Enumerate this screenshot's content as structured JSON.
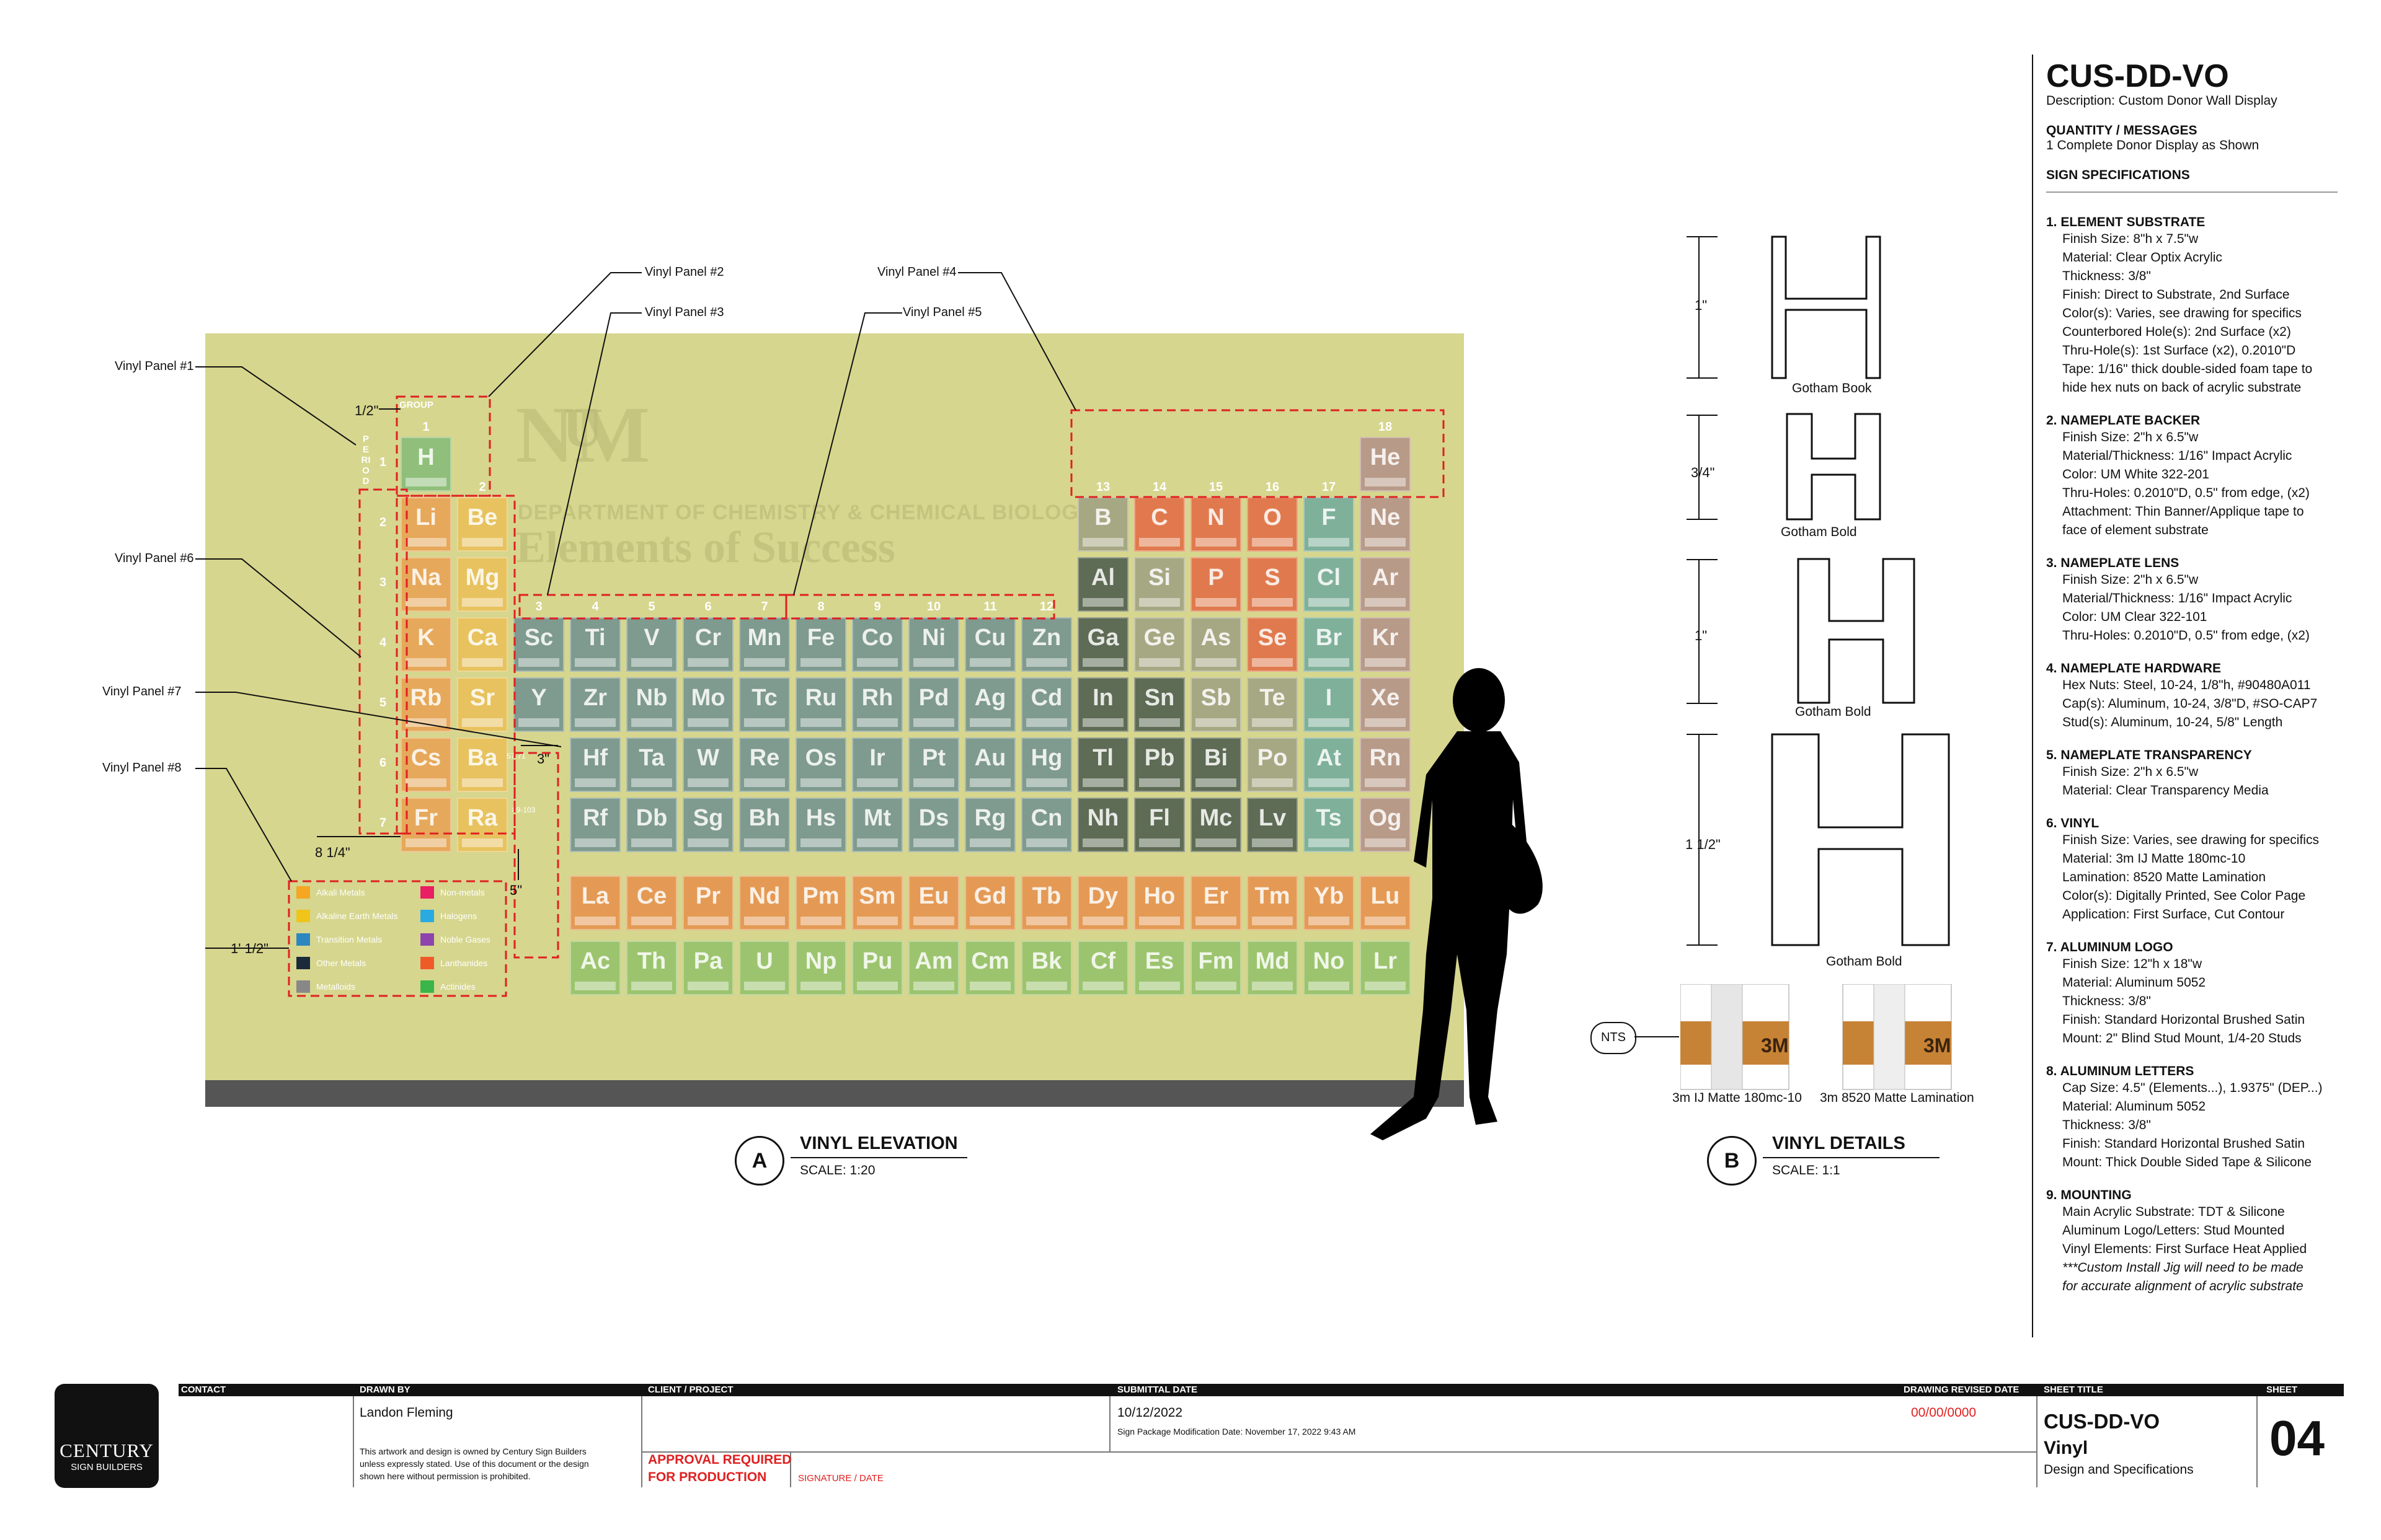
{
  "sheet": {
    "code": "CUS-DD-VO",
    "description": "Description: Custom Donor Wall Display",
    "quantity_title": "QUANTITY / MESSAGES",
    "quantity_text": "1 Complete Donor Display as Shown",
    "specs_title": "SIGN SPECIFICATIONS"
  },
  "specs": [
    {
      "title": "1. ELEMENT SUBSTRATE",
      "lines": [
        "Finish Size: 8\"h x 7.5\"w",
        "Material: Clear Optix Acrylic",
        "Thickness: 3/8\"",
        "Finish: Direct to Substrate, 2nd Surface",
        "Color(s): Varies, see drawing for specifics",
        "Counterbored Hole(s): 2nd Surface (x2)",
        "Thru-Hole(s): 1st Surface (x2), 0.2010\"D",
        "Tape: 1/16\" thick double-sided foam tape to",
        "hide hex nuts on back of acrylic substrate"
      ]
    },
    {
      "title": "2. NAMEPLATE BACKER",
      "lines": [
        "Finish Size: 2\"h x 6.5\"w",
        "Material/Thickness: 1/16\" Impact Acrylic",
        "Color: UM White 322-201",
        "Thru-Holes: 0.2010\"D, 0.5\" from edge, (x2)",
        "Attachment: Thin Banner/Applique tape to",
        "face of element substrate"
      ]
    },
    {
      "title": "3. NAMEPLATE LENS",
      "lines": [
        "Finish Size: 2\"h x 6.5\"w",
        "Material/Thickness: 1/16\" Impact Acrylic",
        "Color: UM Clear 322-101",
        "Thru-Holes: 0.2010\"D, 0.5\" from edge, (x2)"
      ]
    },
    {
      "title": "4. NAMEPLATE HARDWARE",
      "lines": [
        "Hex Nuts: Steel, 10-24, 1/8\"h, #90480A011",
        "Cap(s): Aluminum, 10-24, 3/8\"D, #SO-CAP7",
        "Stud(s): Aluminum, 10-24, 5/8\" Length"
      ]
    },
    {
      "title": "5. NAMEPLATE TRANSPARENCY",
      "lines": [
        "Finish Size: 2\"h x 6.5\"w",
        "Material: Clear Transparency Media"
      ]
    },
    {
      "title": "6. VINYL",
      "lines": [
        "Finish Size: Varies, see drawing for specifics",
        "Material: 3m IJ Matte 180mc-10",
        "Lamination: 8520 Matte Lamination",
        "Color(s): Digitally Printed, See Color Page",
        "Application: First Surface, Cut Contour"
      ]
    },
    {
      "title": "7. ALUMINUM LOGO",
      "lines": [
        "Finish Size: 12\"h x 18\"w",
        "Material: Aluminum 5052",
        "Thickness: 3/8\"",
        "Finish: Standard Horizontal Brushed Satin",
        "Mount: 2\" Blind Stud Mount, 1/4-20 Studs"
      ]
    },
    {
      "title": "8. ALUMINUM LETTERS",
      "lines": [
        "Cap Size: 4.5\" (Elements...), 1.9375\" (DEP...)",
        "Material: Aluminum 5052",
        "Thickness: 3/8\"",
        "Finish: Standard Horizontal Brushed Satin",
        "Mount: Thick Double Sided Tape & Silicone"
      ]
    },
    {
      "title": "9. MOUNTING",
      "lines": [
        "Main Acrylic Substrate: TDT & Silicone",
        "Aluminum Logo/Letters: Stud Mounted",
        "Vinyl Elements: First Surface Heat Applied",
        "***Custom Install Jig will need to be made",
        "for accurate alignment of acrylic substrate"
      ]
    }
  ],
  "elevation": {
    "section_letter": "A",
    "section_title": "VINYL ELEVATION",
    "scale": "SCALE: 1:20",
    "dept_text": "DEPARTMENT OF CHEMISTRY & CHEMICAL BIOLOGY",
    "headline": "Elements of Success",
    "group_label": "GROUP",
    "period_label": "PERIOD",
    "callouts": [
      "Vinyl Panel #1",
      "Vinyl Panel #2",
      "Vinyl Panel #3",
      "Vinyl Panel #4",
      "Vinyl Panel #5",
      "Vinyl Panel #6",
      "Vinyl Panel #7",
      "Vinyl Panel #8"
    ],
    "dims": [
      "1/2\"",
      "8 1/4\"",
      "1' 1/2\"",
      "3\"",
      "5\""
    ],
    "periods": [
      "1",
      "2",
      "3",
      "4",
      "5",
      "6",
      "7"
    ],
    "groups": [
      "1",
      "2",
      "3",
      "4",
      "5",
      "6",
      "7",
      "8",
      "9",
      "10",
      "11",
      "12",
      "13",
      "14",
      "15",
      "16",
      "17",
      "18"
    ],
    "range_labels": [
      "57-71",
      "89-103"
    ],
    "legend": [
      {
        "label": "Alkali Metals",
        "color": "#f5a623"
      },
      {
        "label": "Alkaline Earth Metals",
        "color": "#f0c419"
      },
      {
        "label": "Transition Metals",
        "color": "#2e86c1"
      },
      {
        "label": "Other Metals",
        "color": "#1b2a3a"
      },
      {
        "label": "Metalloids",
        "color": "#888888"
      },
      {
        "label": "Non-metals",
        "color": "#e91e63"
      },
      {
        "label": "Halogens",
        "color": "#29abe2"
      },
      {
        "label": "Noble Gases",
        "color": "#8e44ad"
      },
      {
        "label": "Lanthanides",
        "color": "#f05a28"
      },
      {
        "label": "Actinides",
        "color": "#39b54a"
      }
    ],
    "colors": {
      "alkali": "#e6a85a",
      "alkaline": "#e7c25e",
      "transition": "#7f9a8e",
      "other": "#5e6b55",
      "metalloid": "#a6a884",
      "nonmetal": "#e07a4e",
      "halogen": "#7fb09a",
      "noble": "#b89a88",
      "lanth": "#e49a55",
      "actin": "#9cc46e",
      "hydrogen": "#8fbf7a",
      "unknown": "#8e9a7a"
    },
    "elements": [
      {
        "s": "H",
        "r": 1,
        "c": 1,
        "t": "hydrogen"
      },
      {
        "s": "He",
        "r": 1,
        "c": 18,
        "t": "noble"
      },
      {
        "s": "Li",
        "r": 2,
        "c": 1,
        "t": "alkali"
      },
      {
        "s": "Be",
        "r": 2,
        "c": 2,
        "t": "alkaline"
      },
      {
        "s": "B",
        "r": 2,
        "c": 13,
        "t": "metalloid"
      },
      {
        "s": "C",
        "r": 2,
        "c": 14,
        "t": "nonmetal"
      },
      {
        "s": "N",
        "r": 2,
        "c": 15,
        "t": "nonmetal"
      },
      {
        "s": "O",
        "r": 2,
        "c": 16,
        "t": "nonmetal"
      },
      {
        "s": "F",
        "r": 2,
        "c": 17,
        "t": "halogen"
      },
      {
        "s": "Ne",
        "r": 2,
        "c": 18,
        "t": "noble"
      },
      {
        "s": "Na",
        "r": 3,
        "c": 1,
        "t": "alkali"
      },
      {
        "s": "Mg",
        "r": 3,
        "c": 2,
        "t": "alkaline"
      },
      {
        "s": "Al",
        "r": 3,
        "c": 13,
        "t": "other"
      },
      {
        "s": "Si",
        "r": 3,
        "c": 14,
        "t": "metalloid"
      },
      {
        "s": "P",
        "r": 3,
        "c": 15,
        "t": "nonmetal"
      },
      {
        "s": "S",
        "r": 3,
        "c": 16,
        "t": "nonmetal"
      },
      {
        "s": "Cl",
        "r": 3,
        "c": 17,
        "t": "halogen"
      },
      {
        "s": "Ar",
        "r": 3,
        "c": 18,
        "t": "noble"
      },
      {
        "s": "K",
        "r": 4,
        "c": 1,
        "t": "alkali"
      },
      {
        "s": "Ca",
        "r": 4,
        "c": 2,
        "t": "alkaline"
      },
      {
        "s": "Sc",
        "r": 4,
        "c": 3,
        "t": "transition"
      },
      {
        "s": "Ti",
        "r": 4,
        "c": 4,
        "t": "transition"
      },
      {
        "s": "V",
        "r": 4,
        "c": 5,
        "t": "transition"
      },
      {
        "s": "Cr",
        "r": 4,
        "c": 6,
        "t": "transition"
      },
      {
        "s": "Mn",
        "r": 4,
        "c": 7,
        "t": "transition"
      },
      {
        "s": "Fe",
        "r": 4,
        "c": 8,
        "t": "transition"
      },
      {
        "s": "Co",
        "r": 4,
        "c": 9,
        "t": "transition"
      },
      {
        "s": "Ni",
        "r": 4,
        "c": 10,
        "t": "transition"
      },
      {
        "s": "Cu",
        "r": 4,
        "c": 11,
        "t": "transition"
      },
      {
        "s": "Zn",
        "r": 4,
        "c": 12,
        "t": "transition"
      },
      {
        "s": "Ga",
        "r": 4,
        "c": 13,
        "t": "other"
      },
      {
        "s": "Ge",
        "r": 4,
        "c": 14,
        "t": "metalloid"
      },
      {
        "s": "As",
        "r": 4,
        "c": 15,
        "t": "metalloid"
      },
      {
        "s": "Se",
        "r": 4,
        "c": 16,
        "t": "nonmetal"
      },
      {
        "s": "Br",
        "r": 4,
        "c": 17,
        "t": "halogen"
      },
      {
        "s": "Kr",
        "r": 4,
        "c": 18,
        "t": "noble"
      },
      {
        "s": "Rb",
        "r": 5,
        "c": 1,
        "t": "alkali"
      },
      {
        "s": "Sr",
        "r": 5,
        "c": 2,
        "t": "alkaline"
      },
      {
        "s": "Y",
        "r": 5,
        "c": 3,
        "t": "transition"
      },
      {
        "s": "Zr",
        "r": 5,
        "c": 4,
        "t": "transition"
      },
      {
        "s": "Nb",
        "r": 5,
        "c": 5,
        "t": "transition"
      },
      {
        "s": "Mo",
        "r": 5,
        "c": 6,
        "t": "transition"
      },
      {
        "s": "Tc",
        "r": 5,
        "c": 7,
        "t": "transition"
      },
      {
        "s": "Ru",
        "r": 5,
        "c": 8,
        "t": "transition"
      },
      {
        "s": "Rh",
        "r": 5,
        "c": 9,
        "t": "transition"
      },
      {
        "s": "Pd",
        "r": 5,
        "c": 10,
        "t": "transition"
      },
      {
        "s": "Ag",
        "r": 5,
        "c": 11,
        "t": "transition"
      },
      {
        "s": "Cd",
        "r": 5,
        "c": 12,
        "t": "transition"
      },
      {
        "s": "In",
        "r": 5,
        "c": 13,
        "t": "other"
      },
      {
        "s": "Sn",
        "r": 5,
        "c": 14,
        "t": "other"
      },
      {
        "s": "Sb",
        "r": 5,
        "c": 15,
        "t": "metalloid"
      },
      {
        "s": "Te",
        "r": 5,
        "c": 16,
        "t": "metalloid"
      },
      {
        "s": "I",
        "r": 5,
        "c": 17,
        "t": "halogen"
      },
      {
        "s": "Xe",
        "r": 5,
        "c": 18,
        "t": "noble"
      },
      {
        "s": "Cs",
        "r": 6,
        "c": 1,
        "t": "alkali"
      },
      {
        "s": "Ba",
        "r": 6,
        "c": 2,
        "t": "alkaline"
      },
      {
        "s": "Hf",
        "r": 6,
        "c": 4,
        "t": "transition"
      },
      {
        "s": "Ta",
        "r": 6,
        "c": 5,
        "t": "transition"
      },
      {
        "s": "W",
        "r": 6,
        "c": 6,
        "t": "transition"
      },
      {
        "s": "Re",
        "r": 6,
        "c": 7,
        "t": "transition"
      },
      {
        "s": "Os",
        "r": 6,
        "c": 8,
        "t": "transition"
      },
      {
        "s": "Ir",
        "r": 6,
        "c": 9,
        "t": "transition"
      },
      {
        "s": "Pt",
        "r": 6,
        "c": 10,
        "t": "transition"
      },
      {
        "s": "Au",
        "r": 6,
        "c": 11,
        "t": "transition"
      },
      {
        "s": "Hg",
        "r": 6,
        "c": 12,
        "t": "transition"
      },
      {
        "s": "Tl",
        "r": 6,
        "c": 13,
        "t": "other"
      },
      {
        "s": "Pb",
        "r": 6,
        "c": 14,
        "t": "other"
      },
      {
        "s": "Bi",
        "r": 6,
        "c": 15,
        "t": "other"
      },
      {
        "s": "Po",
        "r": 6,
        "c": 16,
        "t": "metalloid"
      },
      {
        "s": "At",
        "r": 6,
        "c": 17,
        "t": "halogen"
      },
      {
        "s": "Rn",
        "r": 6,
        "c": 18,
        "t": "noble"
      },
      {
        "s": "Fr",
        "r": 7,
        "c": 1,
        "t": "alkali"
      },
      {
        "s": "Ra",
        "r": 7,
        "c": 2,
        "t": "alkaline"
      },
      {
        "s": "Rf",
        "r": 7,
        "c": 4,
        "t": "transition"
      },
      {
        "s": "Db",
        "r": 7,
        "c": 5,
        "t": "transition"
      },
      {
        "s": "Sg",
        "r": 7,
        "c": 6,
        "t": "transition"
      },
      {
        "s": "Bh",
        "r": 7,
        "c": 7,
        "t": "transition"
      },
      {
        "s": "Hs",
        "r": 7,
        "c": 8,
        "t": "transition"
      },
      {
        "s": "Mt",
        "r": 7,
        "c": 9,
        "t": "transition"
      },
      {
        "s": "Ds",
        "r": 7,
        "c": 10,
        "t": "transition"
      },
      {
        "s": "Rg",
        "r": 7,
        "c": 11,
        "t": "transition"
      },
      {
        "s": "Cn",
        "r": 7,
        "c": 12,
        "t": "transition"
      },
      {
        "s": "Nh",
        "r": 7,
        "c": 13,
        "t": "other"
      },
      {
        "s": "Fl",
        "r": 7,
        "c": 14,
        "t": "other"
      },
      {
        "s": "Mc",
        "r": 7,
        "c": 15,
        "t": "other"
      },
      {
        "s": "Lv",
        "r": 7,
        "c": 16,
        "t": "other"
      },
      {
        "s": "Ts",
        "r": 7,
        "c": 17,
        "t": "halogen"
      },
      {
        "s": "Og",
        "r": 7,
        "c": 18,
        "t": "noble"
      },
      {
        "s": "La",
        "r": 8,
        "c": 4,
        "t": "lanth"
      },
      {
        "s": "Ce",
        "r": 8,
        "c": 5,
        "t": "lanth"
      },
      {
        "s": "Pr",
        "r": 8,
        "c": 6,
        "t": "lanth"
      },
      {
        "s": "Nd",
        "r": 8,
        "c": 7,
        "t": "lanth"
      },
      {
        "s": "Pm",
        "r": 8,
        "c": 8,
        "t": "lanth"
      },
      {
        "s": "Sm",
        "r": 8,
        "c": 9,
        "t": "lanth"
      },
      {
        "s": "Eu",
        "r": 8,
        "c": 10,
        "t": "lanth"
      },
      {
        "s": "Gd",
        "r": 8,
        "c": 11,
        "t": "lanth"
      },
      {
        "s": "Tb",
        "r": 8,
        "c": 12,
        "t": "lanth"
      },
      {
        "s": "Dy",
        "r": 8,
        "c": 13,
        "t": "lanth"
      },
      {
        "s": "Ho",
        "r": 8,
        "c": 14,
        "t": "lanth"
      },
      {
        "s": "Er",
        "r": 8,
        "c": 15,
        "t": "lanth"
      },
      {
        "s": "Tm",
        "r": 8,
        "c": 16,
        "t": "lanth"
      },
      {
        "s": "Yb",
        "r": 8,
        "c": 17,
        "t": "lanth"
      },
      {
        "s": "Lu",
        "r": 8,
        "c": 18,
        "t": "lanth"
      },
      {
        "s": "Ac",
        "r": 9,
        "c": 4,
        "t": "actin"
      },
      {
        "s": "Th",
        "r": 9,
        "c": 5,
        "t": "actin"
      },
      {
        "s": "Pa",
        "r": 9,
        "c": 6,
        "t": "actin"
      },
      {
        "s": "U",
        "r": 9,
        "c": 7,
        "t": "actin"
      },
      {
        "s": "Np",
        "r": 9,
        "c": 8,
        "t": "actin"
      },
      {
        "s": "Pu",
        "r": 9,
        "c": 9,
        "t": "actin"
      },
      {
        "s": "Am",
        "r": 9,
        "c": 10,
        "t": "actin"
      },
      {
        "s": "Cm",
        "r": 9,
        "c": 11,
        "t": "actin"
      },
      {
        "s": "Bk",
        "r": 9,
        "c": 12,
        "t": "actin"
      },
      {
        "s": "Cf",
        "r": 9,
        "c": 13,
        "t": "actin"
      },
      {
        "s": "Es",
        "r": 9,
        "c": 14,
        "t": "actin"
      },
      {
        "s": "Fm",
        "r": 9,
        "c": 15,
        "t": "actin"
      },
      {
        "s": "Md",
        "r": 9,
        "c": 16,
        "t": "actin"
      },
      {
        "s": "No",
        "r": 9,
        "c": 17,
        "t": "actin"
      },
      {
        "s": "Lr",
        "r": 9,
        "c": 18,
        "t": "actin"
      }
    ]
  },
  "details": {
    "section_letter": "B",
    "section_title": "VINYL DETAILS",
    "scale": "SCALE: 1:1",
    "letter_glyph": "H",
    "fonts": [
      {
        "dim": "1\"",
        "label": "Gotham Book"
      },
      {
        "dim": "3/4\"",
        "label": "Gotham Bold"
      },
      {
        "dim": "1\"",
        "label": "Gotham Bold"
      },
      {
        "dim": "1 1/2\"",
        "label": "Gotham Bold"
      }
    ],
    "nts": "NTS",
    "brand_mark": "3M",
    "samples": [
      "3m IJ Matte 180mc-10",
      "3m 8520 Matte Lamination"
    ]
  },
  "titleblock": {
    "logo_top": "CENTURY",
    "logo_bottom": "SIGN BUILDERS",
    "labels": {
      "contact": "CONTACT",
      "drawn_by": "DRAWN BY",
      "client": "CLIENT / PROJECT",
      "submittal": "SUBMITTAL DATE",
      "revised": "DRAWING REVISED DATE",
      "sheet_title": "SHEET TITLE",
      "sheet": "SHEET"
    },
    "drawn_by": "Landon Fleming",
    "copyright": [
      "This artwork and design is owned by Century Sign Builders",
      "unless expressly stated. Use of this document or the design",
      "shown here without permission is prohibited."
    ],
    "approval": [
      "APPROVAL REQUIRED",
      "FOR PRODUCTION"
    ],
    "signature": "SIGNATURE / DATE",
    "submittal_date": "10/12/2022",
    "modification": "Sign Package Modification Date: November 17, 2022 9:43 AM",
    "revised_date": "00/00/0000",
    "title_code": "CUS-DD-VO",
    "title_name": "Vinyl",
    "title_sub": "Design and Specifications",
    "sheet_no": "04"
  }
}
